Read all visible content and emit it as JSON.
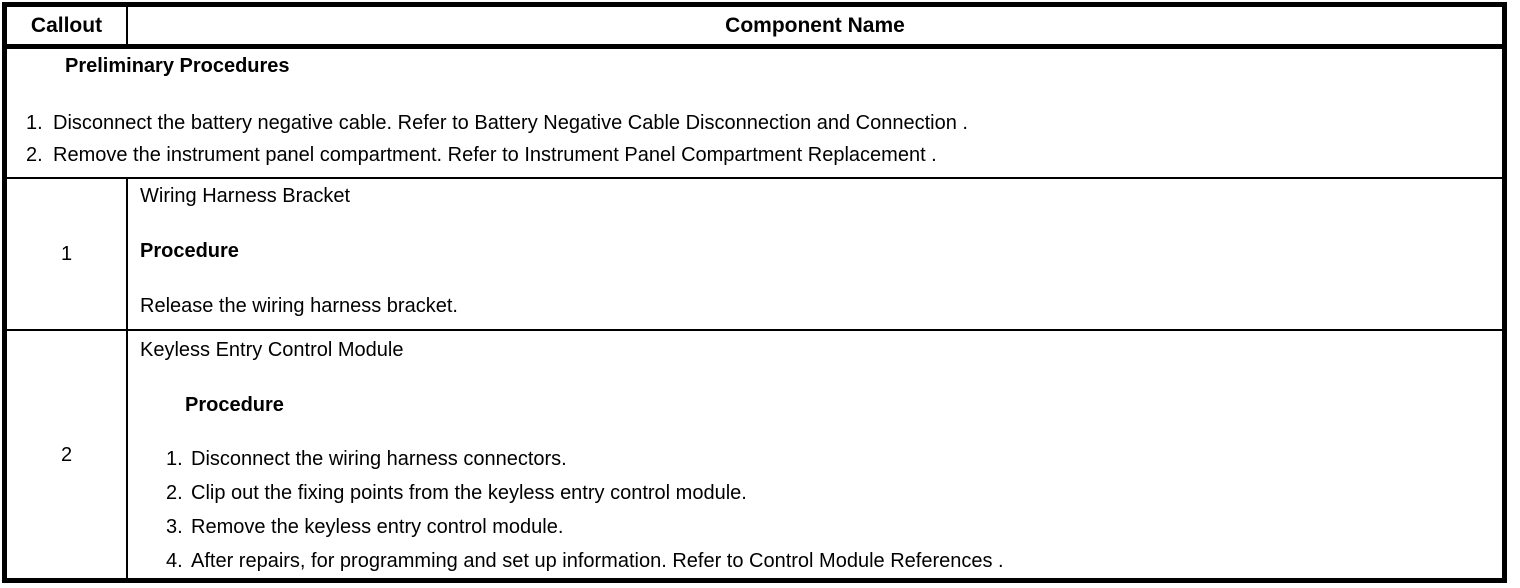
{
  "colors": {
    "background": "#ffffff",
    "border": "#000000",
    "text": "#000000"
  },
  "header": {
    "callout_label": "Callout",
    "component_label": "Component Name"
  },
  "preliminary": {
    "title": "Preliminary Procedures",
    "steps": [
      {
        "num": "1.",
        "text": "Disconnect the battery negative cable. Refer to Battery Negative Cable Disconnection and Connection ."
      },
      {
        "num": "2.",
        "text": "Remove the instrument panel compartment. Refer to Instrument Panel Compartment Replacement ."
      }
    ]
  },
  "rows": [
    {
      "callout": "1",
      "component": "Wiring Harness Bracket",
      "procedure_label": "Procedure",
      "procedure_text": "Release the wiring harness bracket."
    },
    {
      "callout": "2",
      "component": "Keyless Entry Control Module",
      "procedure_label": "Procedure",
      "steps": [
        {
          "num": "1.",
          "text": "Disconnect the wiring harness connectors."
        },
        {
          "num": "2.",
          "text": "Clip out the fixing points from the keyless entry control module."
        },
        {
          "num": "3.",
          "text": "Remove the keyless entry control module."
        },
        {
          "num": "4.",
          "text": "After repairs, for programming and set up information. Refer to Control Module References ."
        }
      ]
    }
  ]
}
